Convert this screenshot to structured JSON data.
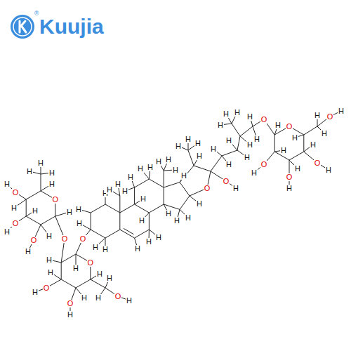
{
  "diagram": {
    "labels": [
      "Kuujia",
      "®",
      "O",
      "O",
      "O",
      "O",
      "O",
      "H",
      "H",
      "H",
      "H",
      "H",
      "H",
      "H",
      "H",
      "H",
      "H",
      "H",
      "O",
      "O",
      "O",
      "O",
      "O",
      "H",
      "H",
      "H",
      "H",
      "H",
      "H",
      "H",
      "H",
      "H",
      "H",
      "H",
      "H",
      "H",
      "H",
      "H",
      "H",
      "H",
      "H",
      "H",
      "H",
      "H",
      "H",
      "H",
      "H",
      "H",
      "H",
      "H",
      "H",
      "H",
      "H",
      "H",
      "H",
      "H",
      "H",
      "O",
      "O",
      "H",
      "H",
      "H",
      "H",
      "H",
      "H",
      "H",
      "H",
      "H",
      "H",
      "H",
      "H",
      "H",
      "H",
      "H",
      "O",
      "O",
      "O",
      "O",
      "O",
      "O",
      "H",
      "H",
      "H",
      "H",
      "H",
      "H",
      "H",
      "H",
      "H",
      "H",
      "H"
    ]
  }
}
